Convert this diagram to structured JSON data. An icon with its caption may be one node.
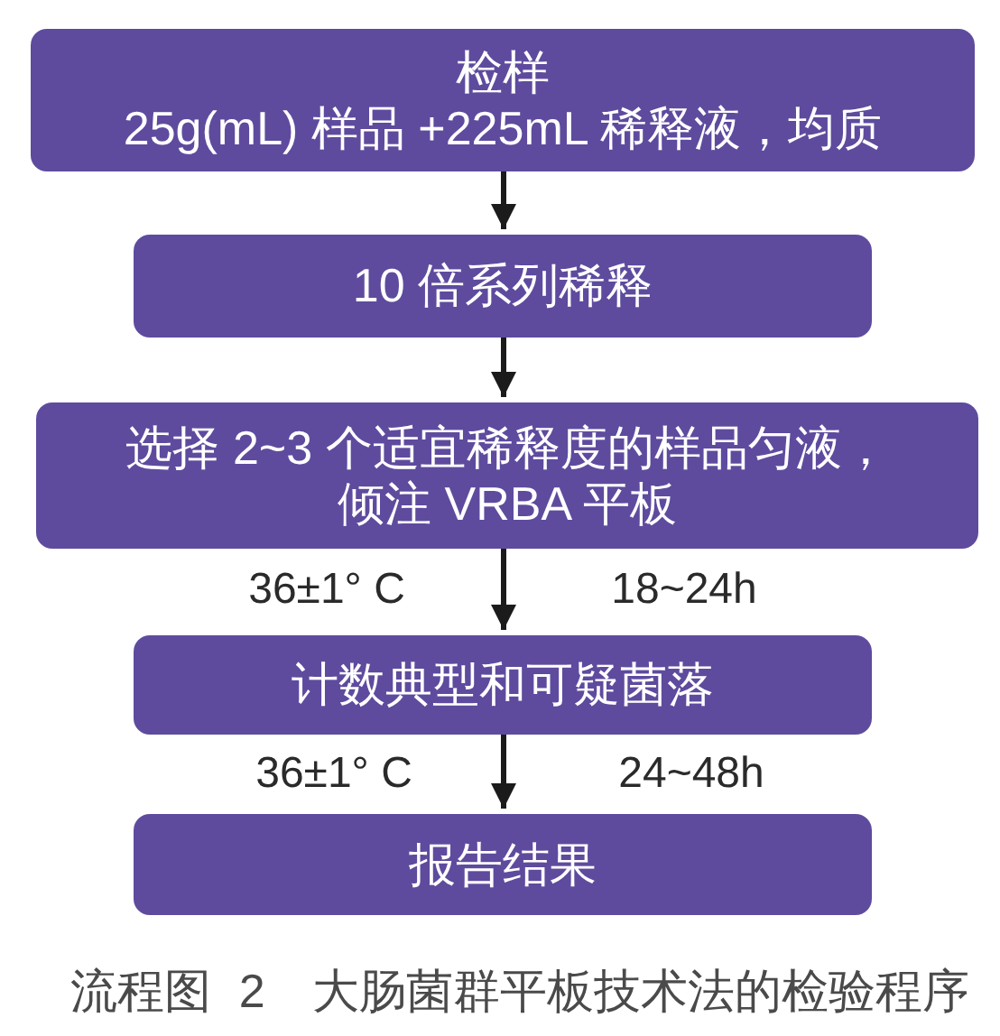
{
  "diagram": {
    "caption": "流程图 2　大肠菌群平板技术法的检验程序",
    "nodes": [
      {
        "text": [
          "检样",
          "25g(mL) 样品 +225mL 稀释液，均质"
        ]
      },
      {
        "text": [
          "10 倍系列稀释"
        ]
      },
      {
        "text": [
          "选择 2~3 个适宜稀释度的样品匀液，倾注 VRBA 平板"
        ]
      },
      {
        "text": [
          "计数典型和可疑菌落"
        ]
      },
      {
        "text": [
          "报告结果"
        ]
      }
    ],
    "edges": [
      {
        "from": 0,
        "to": 1,
        "arrow": "to"
      },
      {
        "from": 1,
        "to": 2,
        "arrow": "to"
      },
      {
        "from": 2,
        "to": 3,
        "arrow": "to"
      },
      {
        "from": 3,
        "to": 4,
        "arrow": "to"
      }
    ],
    "labels": [
      "36±1° C",
      "18~24h",
      "36±1° C",
      "24~48h"
    ]
  }
}
